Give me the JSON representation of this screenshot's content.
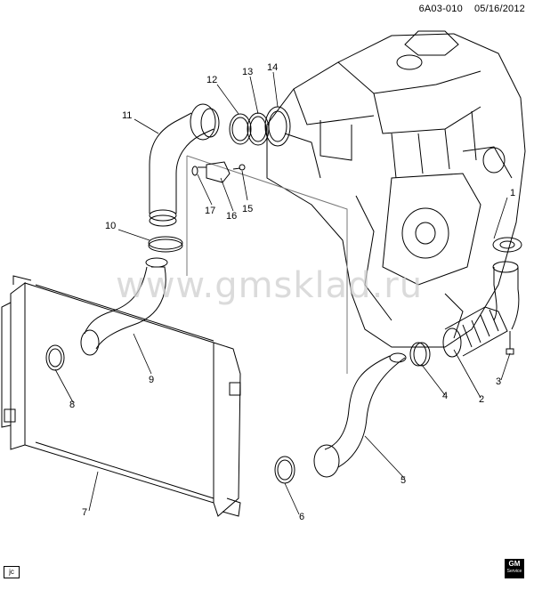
{
  "header": {
    "code": "6A03-010",
    "date": "05/16/2012"
  },
  "watermark": "www.gmsklad.ru",
  "corner_left": "jc",
  "corner_right": {
    "main": "GM",
    "sub": "Service"
  },
  "callouts": [
    "1",
    "2",
    "3",
    "4",
    "5",
    "6",
    "7",
    "8",
    "9",
    "10",
    "11",
    "12",
    "13",
    "14",
    "15",
    "16",
    "17"
  ]
}
